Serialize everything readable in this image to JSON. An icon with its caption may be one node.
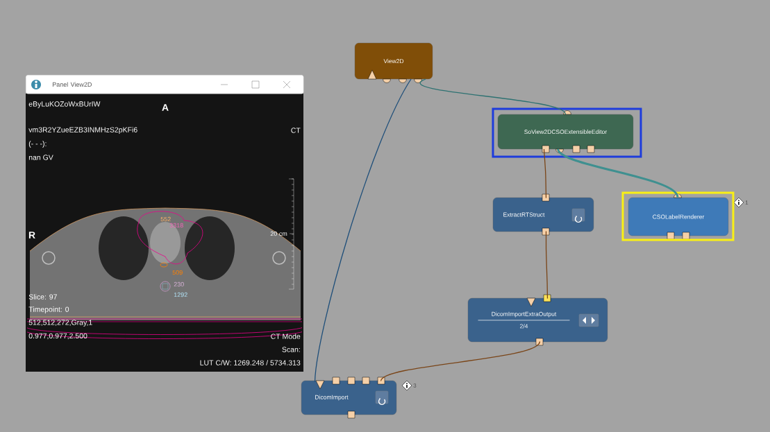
{
  "diagram": {
    "nodes": [
      {
        "text": [
          "Panel View2D"
        ]
      },
      {
        "text": [
          "View2D"
        ]
      },
      {
        "text": [
          "SoView2DCSOExtensibleEditor"
        ]
      },
      {
        "text": [
          "ExtractRTStruct"
        ]
      },
      {
        "text": [
          "CSOLabelRenderer"
        ],
        "beside": [
          "1"
        ]
      },
      {
        "text": [
          "DicomImportExtraOutput",
          "2/4"
        ]
      },
      {
        "text": [
          "DicomImport"
        ],
        "beside": [
          "3"
        ]
      }
    ],
    "edges": [
      {
        "from": 1,
        "to": 6,
        "arrow": "none",
        "color": "#1f4f7a"
      },
      {
        "from": 1,
        "to": 2,
        "arrow": "none",
        "color": "#2e7272"
      },
      {
        "from": 2,
        "to": 3,
        "arrow": "none",
        "color": "#7a4518"
      },
      {
        "from": 2,
        "to": 4,
        "arrow": "none",
        "style": "thick",
        "color": "#3f9090"
      },
      {
        "from": 3,
        "to": 5,
        "arrow": "none",
        "color": "#7a4518"
      },
      {
        "from": 5,
        "to": 6,
        "arrow": "none",
        "color": "#7a4518"
      }
    ],
    "labels": [
      "eByLuKOZoWxBUrIW",
      "A",
      "vm3R2YZueEZB3INMHzS2pKFi6",
      "CT",
      "(- - -):",
      "nan GV",
      "552",
      "3318",
      "R",
      "20 cm",
      "509",
      "230",
      "1292",
      "Slice: 97",
      "Timepoint: 0",
      "512,512,272,Gray,1",
      "0.977,0.977,2.500",
      "CT Mode",
      "Scan:",
      "LUT C/W: 1269.248 / 5734.313"
    ]
  }
}
